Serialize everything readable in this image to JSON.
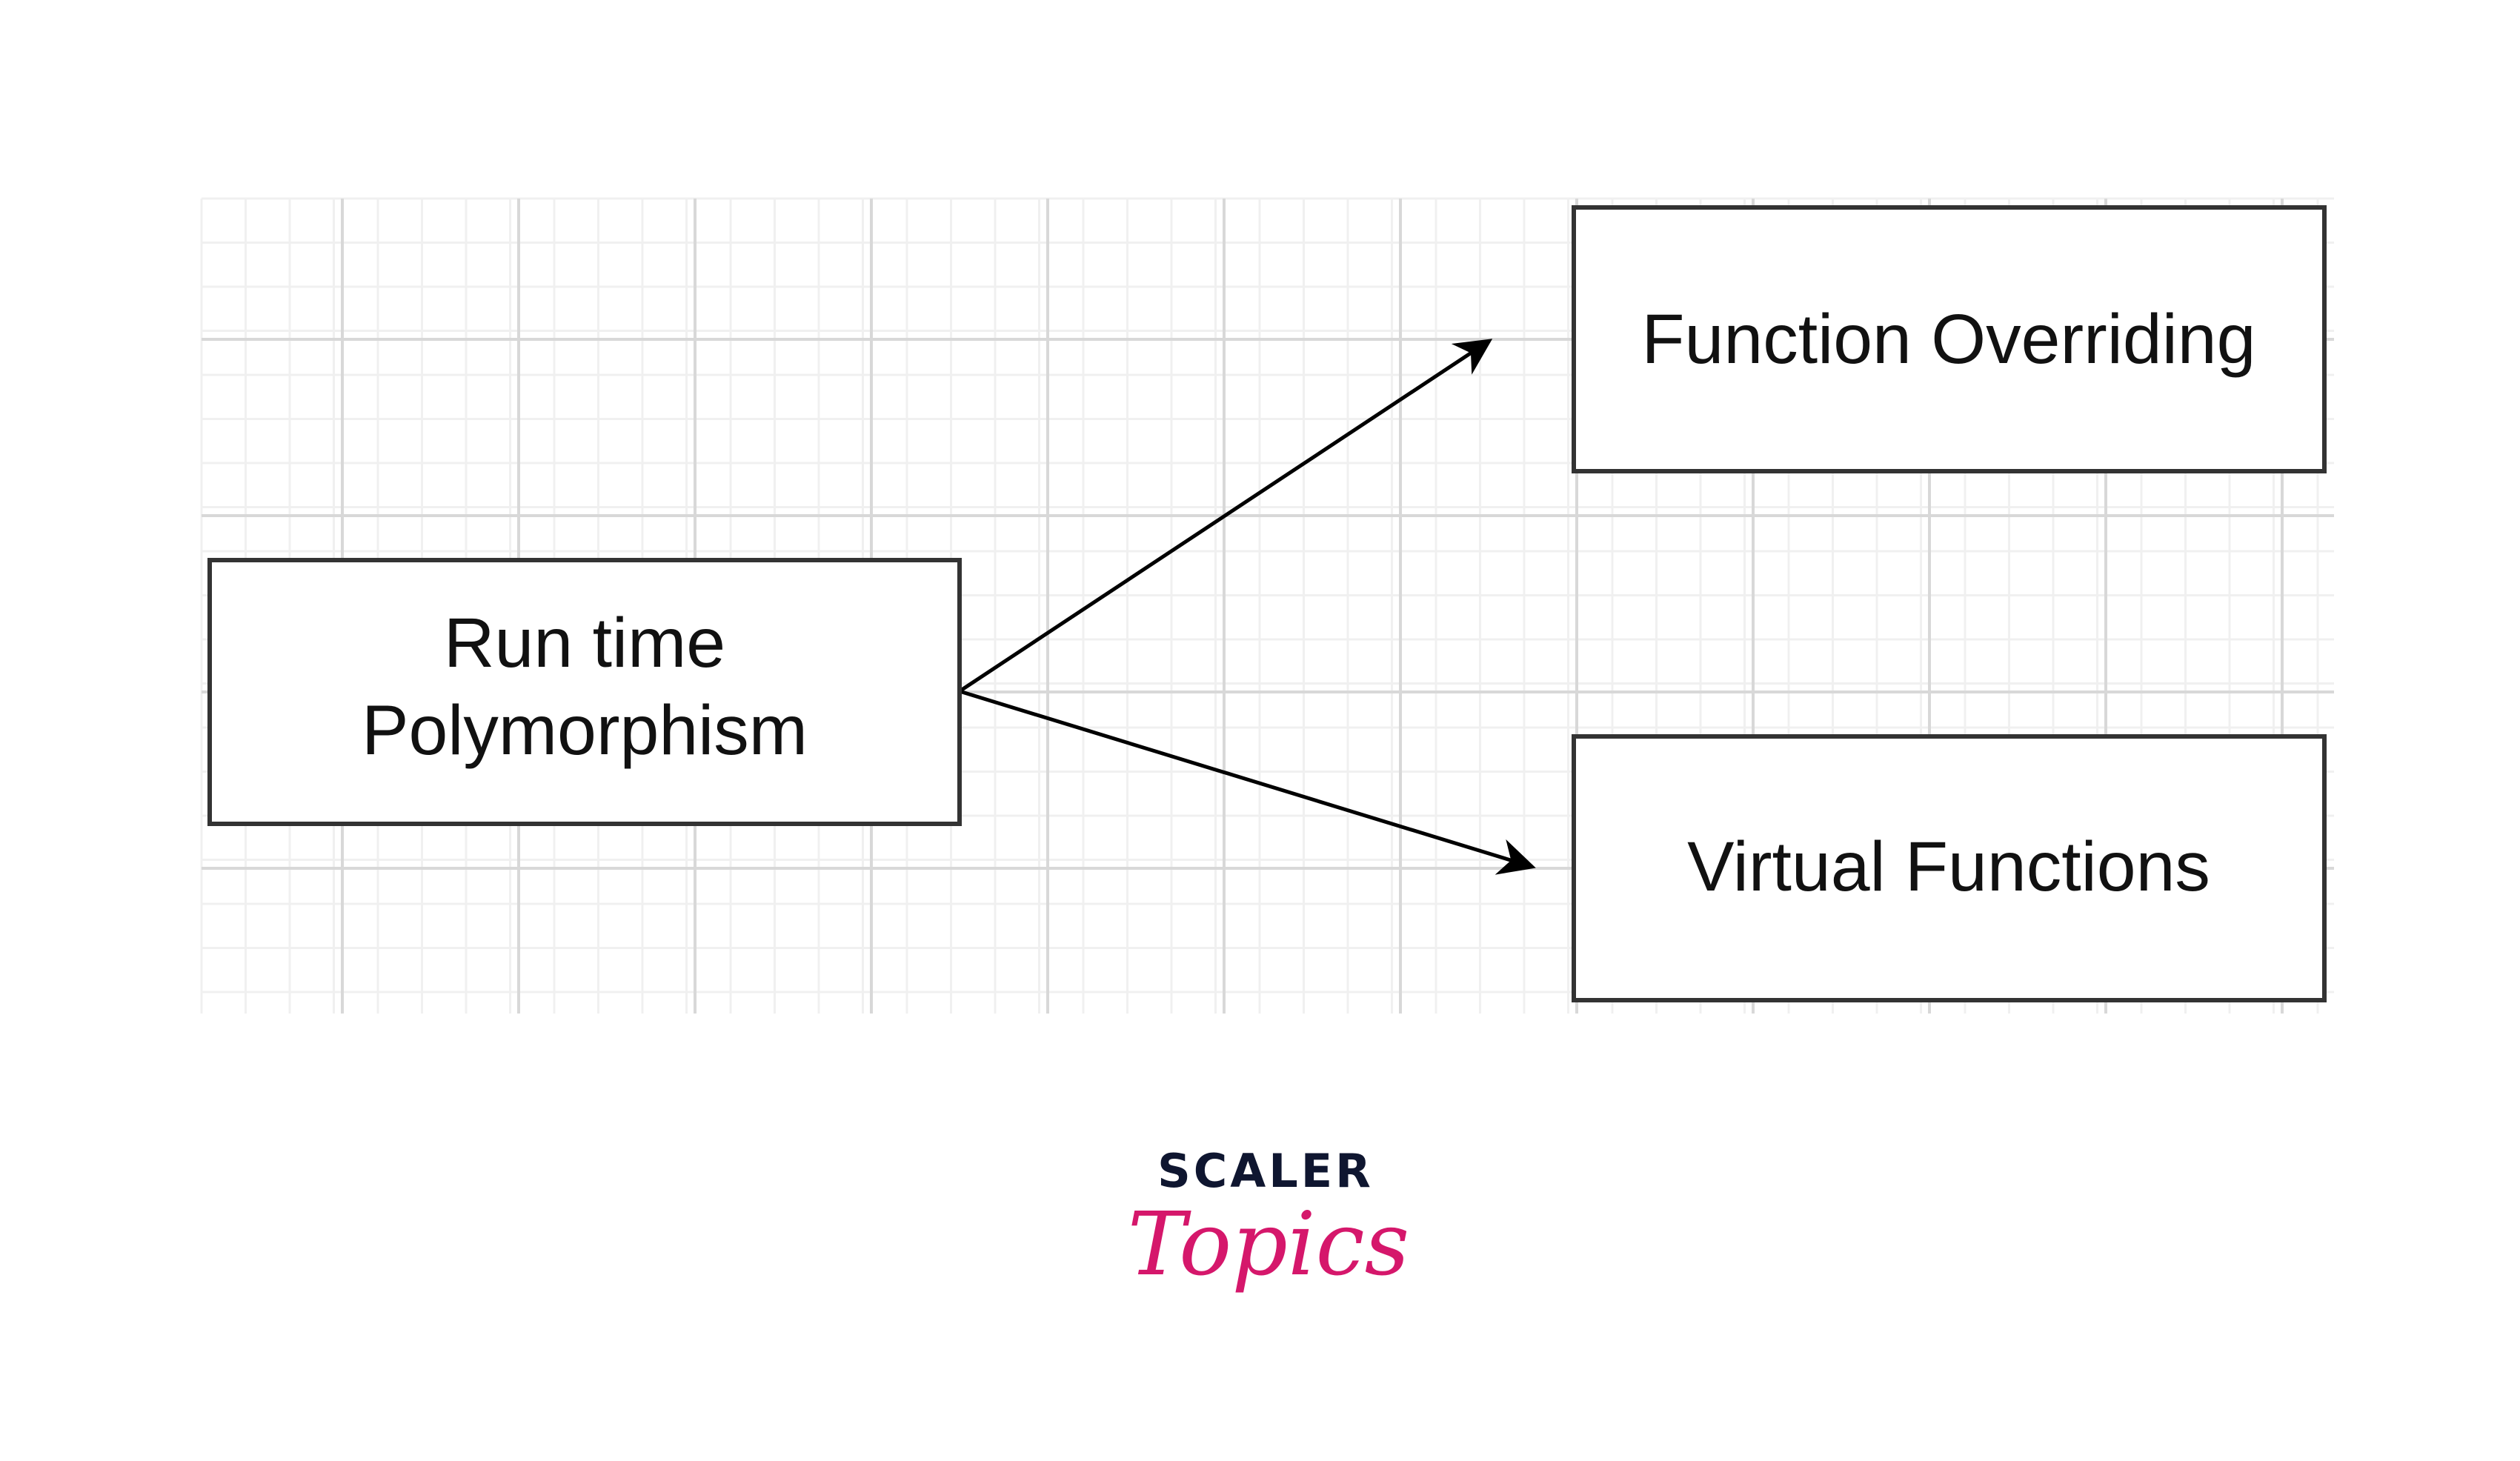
{
  "diagram": {
    "nodes": {
      "source": {
        "lines": [
          "Run time",
          "Polymorphism"
        ]
      },
      "target_top": {
        "label": "Function Overriding"
      },
      "target_bottom": {
        "label": "Virtual Functions"
      }
    },
    "edges": [
      {
        "from": "source",
        "to": "target_top"
      },
      {
        "from": "source",
        "to": "target_bottom"
      }
    ]
  },
  "logo": {
    "brand": "SCALER",
    "sub": "Topics",
    "brand_color": "#0f1630",
    "sub_color": "#d5176b"
  },
  "colors": {
    "grid_major": "#d8d8d8",
    "grid_minor": "#f0f0f0",
    "box_border": "#333333",
    "arrow": "#000000"
  }
}
